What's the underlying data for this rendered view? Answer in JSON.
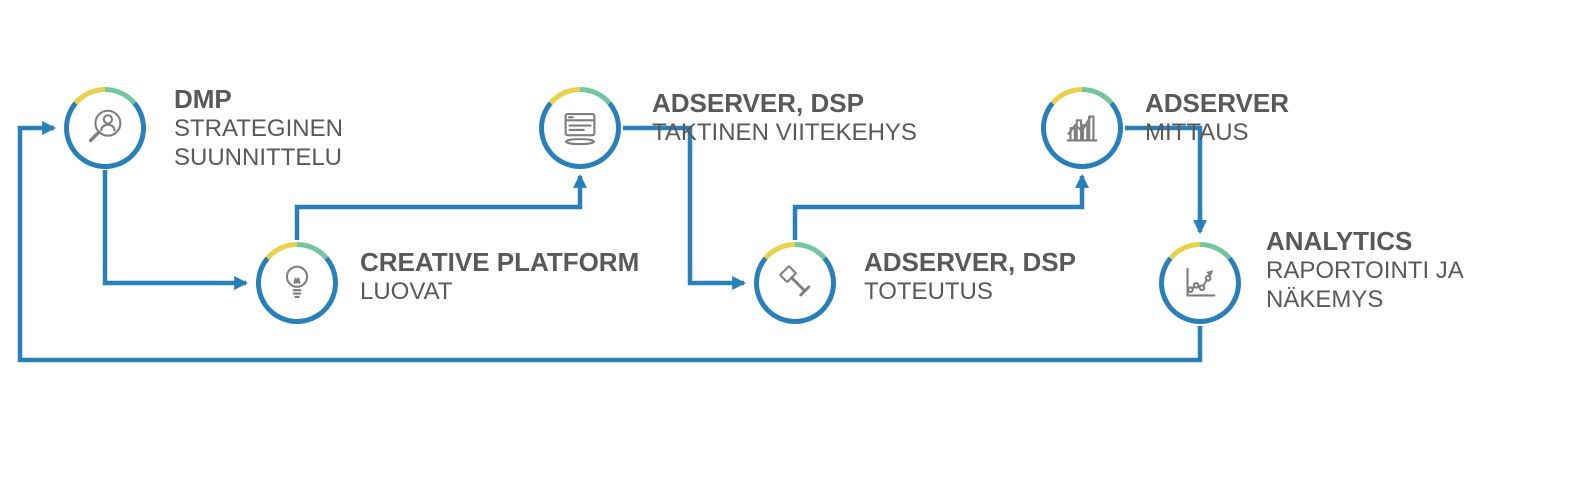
{
  "diagram": {
    "nodes": [
      {
        "title": "DMP",
        "subtitle_lines": [
          "STRATEGINEN",
          "SUUNNITTELU"
        ],
        "icon": "search-person-icon"
      },
      {
        "title": "CREATIVE PLATFORM",
        "subtitle_lines": [
          "LUOVAT"
        ],
        "icon": "lightbulb-icon"
      },
      {
        "title": "ADSERVER, DSP",
        "subtitle_lines": [
          "TAKTINEN VIITEKEHYS"
        ],
        "icon": "browser-window-icon"
      },
      {
        "title": "ADSERVER, DSP",
        "subtitle_lines": [
          "TOTEUTUS"
        ],
        "icon": "gavel-icon"
      },
      {
        "title": "ADSERVER",
        "subtitle_lines": [
          "MITTAUS"
        ],
        "icon": "bar-chart-icon"
      },
      {
        "title": "ANALYTICS",
        "subtitle_lines": [
          "RAPORTOINTI JA",
          "NÄKEMYS"
        ],
        "icon": "growth-chart-icon"
      }
    ],
    "colors": {
      "arrow_blue": "#2980b9",
      "ring_blue": "#2980b9",
      "ring_yellow": "#e8d24c",
      "ring_green": "#74c6a0",
      "icon_gray": "#7f7f7f",
      "text_gray": "#595959",
      "background": "#ffffff"
    }
  }
}
